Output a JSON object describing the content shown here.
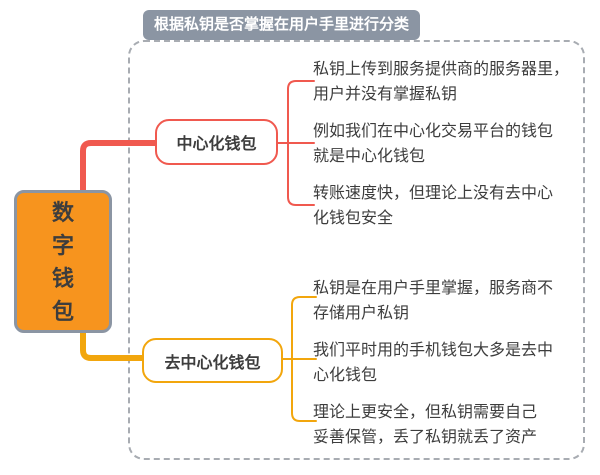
{
  "colors": {
    "background": "#ffffff",
    "root_fill": "#f7941e",
    "root_border": "#8b95a3",
    "badge_bg": "#8b95a3",
    "badge_text": "#ffffff",
    "branch1_color": "#f0594f",
    "branch2_color": "#f2a60d",
    "text_dark": "#3d3d3d",
    "dashed_border": "#a8acb2",
    "node_fill": "#ffffff"
  },
  "badge": {
    "label": "根据私钥是否掌握在用户手里进行分类"
  },
  "root": {
    "label": "数字钱包"
  },
  "branches": [
    {
      "label": "中心化钱包",
      "leaves": [
        "私钥上传到服务提供商的服务器里，\n用户并没有掌握私钥",
        "例如我们在中心化交易平台的钱包\n就是中心化钱包",
        "转账速度快，但理论上没有去中心\n化钱包安全"
      ]
    },
    {
      "label": "去中心化钱包",
      "leaves": [
        "私钥是在用户手里掌握，服务商不\n存储用户私钥",
        "我们平时用的手机钱包大多是去中\n心化钱包",
        "理论上更安全，但私钥需要自己\n妥善保管，丢了私钥就丢了资产"
      ]
    }
  ]
}
